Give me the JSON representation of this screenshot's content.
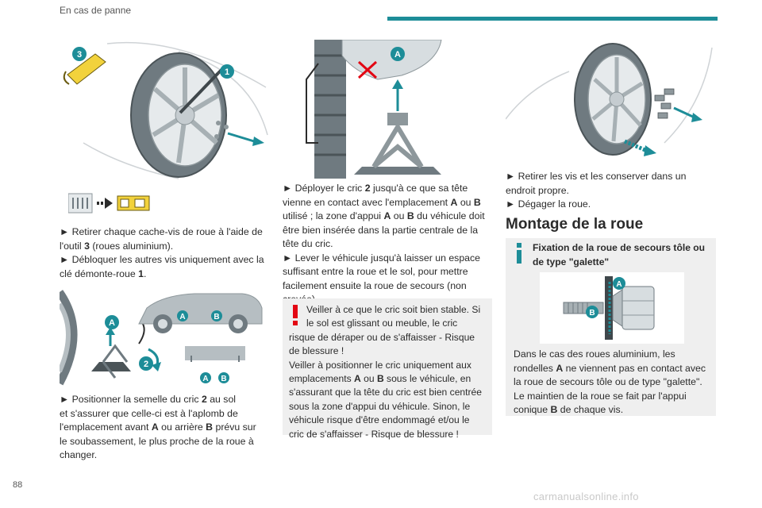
{
  "header": {
    "section_title": "En cas de panne",
    "accent_color": "#1d8d98"
  },
  "page_number": "88",
  "watermark": "carmanualsonline.info",
  "figures": {
    "wheel_tool": {
      "labels": [
        "3",
        "1"
      ]
    },
    "jack_position": {
      "labels": [
        "A",
        "B",
        "A",
        "2",
        "A",
        "B"
      ]
    },
    "jack_lift": {
      "labels": [
        "A"
      ]
    },
    "info_bolt": {
      "labels": [
        "A",
        "B"
      ]
    }
  },
  "column1": {
    "para1_line1": "► Retirer chaque cache-vis de roue à l'aide de",
    "para1_line2_pre": "l'outil ",
    "para1_line2_bold": "3",
    "para1_line2_post": " (roues aluminium).",
    "para1_line3": "► Débloquer les autres vis uniquement avec la",
    "para1_line4_pre": "clé démonte-roue ",
    "para1_line4_bold": "1",
    "para1_line4_post": ".",
    "para2_line1_pre": "► Positionner la semelle du cric ",
    "para2_line1_bold": "2",
    "para2_line1_post": " au sol",
    "para2_line2": "et s'assurer que celle-ci est à l'aplomb de",
    "para2_line3_pre": "l'emplacement avant ",
    "para2_line3_b1": "A",
    "para2_line3_mid": " ou arrière ",
    "para2_line3_b2": "B",
    "para2_line3_post": " prévu sur",
    "para2_line4": "le soubassement, le plus proche de la roue à",
    "para2_line5": "changer."
  },
  "column2": {
    "l1_pre": "► Déployer le cric ",
    "l1_bold": "2",
    "l1_post": " jusqu'à ce que sa tête",
    "l2_pre": "vienne en contact avec l'emplacement ",
    "l2_b1": "A",
    "l2_mid": " ou ",
    "l2_b2": "B",
    "l3_pre": "utilisé ; la zone d'appui ",
    "l3_b1": "A",
    "l3_mid": " ou ",
    "l3_b2": "B",
    "l3_post": " du véhicule doit",
    "l4": "être bien insérée dans la partie centrale de la",
    "l5": "tête du cric.",
    "l6": "► Lever le véhicule jusqu'à laisser un espace",
    "l7": "suffisant entre la roue et le sol, pour mettre",
    "l8": "facilement ensuite la roue de secours (non",
    "l9": "crevée).",
    "warning": {
      "w1": "Veiller à ce que le cric soit bien stable. Si",
      "w2": "le sol est glissant ou meuble, le cric",
      "w3": "risque de déraper ou de s'affaisser - Risque",
      "w4": "de blessure !",
      "w5": "Veiller à positionner le cric uniquement aux",
      "w6_pre": "emplacements ",
      "w6_b1": "A",
      "w6_mid": " ou ",
      "w6_b2": "B",
      "w6_post": " sous le véhicule, en",
      "w7": "s'assurant que la tête du cric est bien centrée",
      "w8": "sous la zone d'appui du véhicule. Sinon, le",
      "w9": "véhicule risque d'être endommagé et/ou le",
      "w10": "cric de s'affaisser - Risque de blessure !",
      "icon_color": "#e30613"
    }
  },
  "column3": {
    "l1": "► Retirer les vis et les conserver dans un",
    "l2": "endroit propre.",
    "l3": "► Dégager la roue.",
    "section_title": "Montage de la roue",
    "info": {
      "title_l1": "Fixation de la roue de secours tôle ou",
      "title_l2": "de type \"galette\"",
      "t1": "Dans le cas des roues aluminium, les",
      "t2_pre": "rondelles ",
      "t2_b": "A",
      "t2_post": " ne viennent pas en contact avec",
      "t3": "la roue de secours tôle ou de type \"galette\".",
      "t4": "Le maintien de la roue se fait par l'appui",
      "t5_pre": "conique ",
      "t5_b": "B",
      "t5_post": " de chaque vis.",
      "icon_color": "#1d8d98"
    }
  }
}
